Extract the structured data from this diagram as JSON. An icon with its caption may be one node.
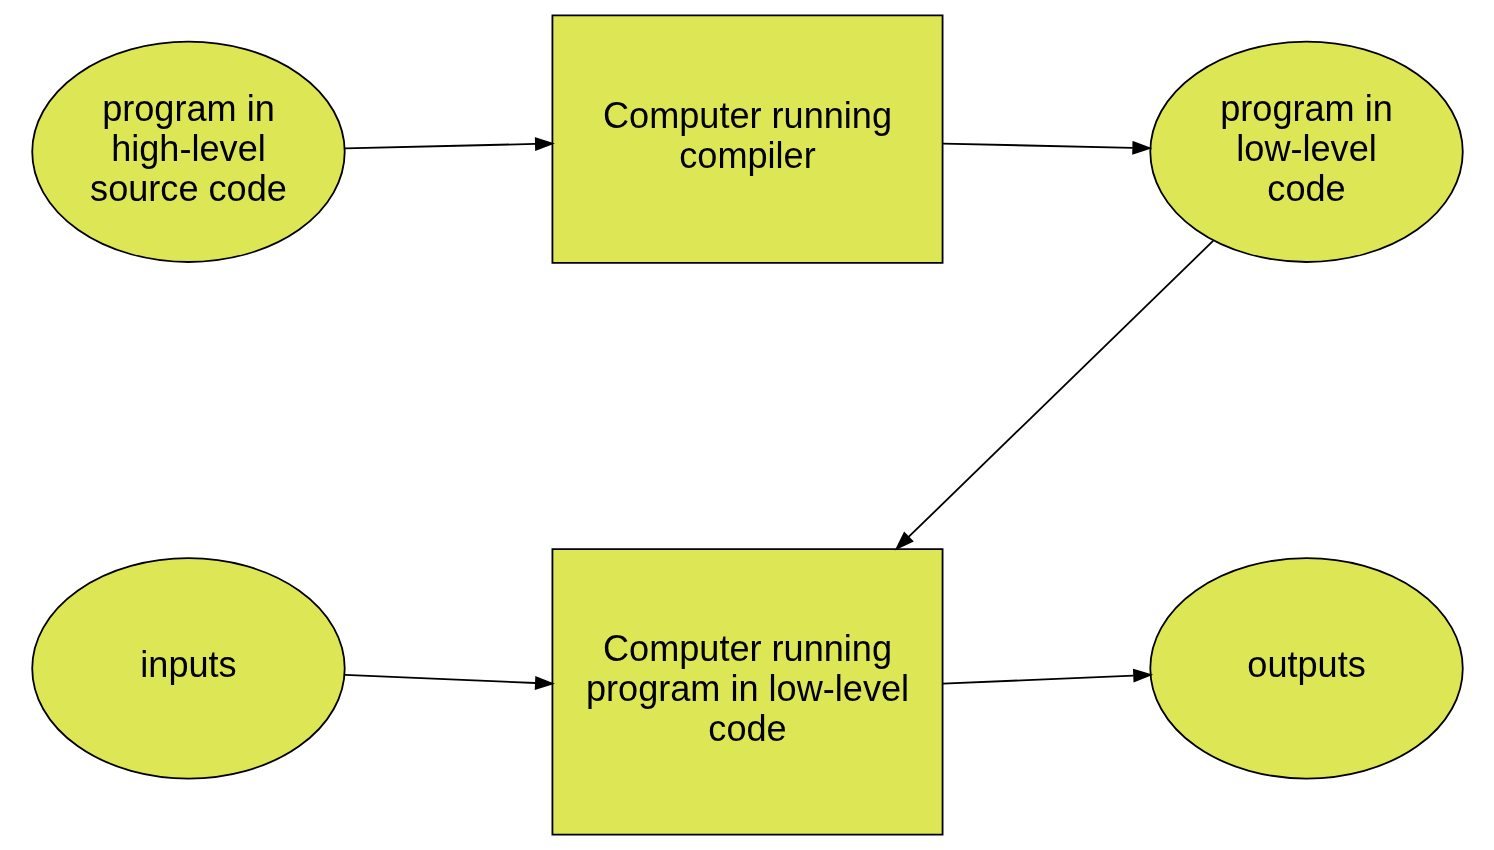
{
  "diagram": {
    "nodes": [
      {
        "text": [
          "program in high-level source code"
        ]
      },
      {
        "text": [
          "Computer running compiler"
        ]
      },
      {
        "text": [
          "program in low-level code"
        ]
      },
      {
        "text": [
          "inputs"
        ]
      },
      {
        "text": [
          "Computer running program in low-level code"
        ]
      },
      {
        "text": [
          "outputs"
        ]
      }
    ],
    "edges": [
      {
        "from": 0,
        "to": 1,
        "arrow": "to"
      },
      {
        "from": 1,
        "to": 2,
        "arrow": "to"
      },
      {
        "from": 2,
        "to": 4,
        "arrow": "to"
      },
      {
        "from": 3,
        "to": 4,
        "arrow": "to"
      },
      {
        "from": 4,
        "to": 5,
        "arrow": "to"
      }
    ]
  }
}
